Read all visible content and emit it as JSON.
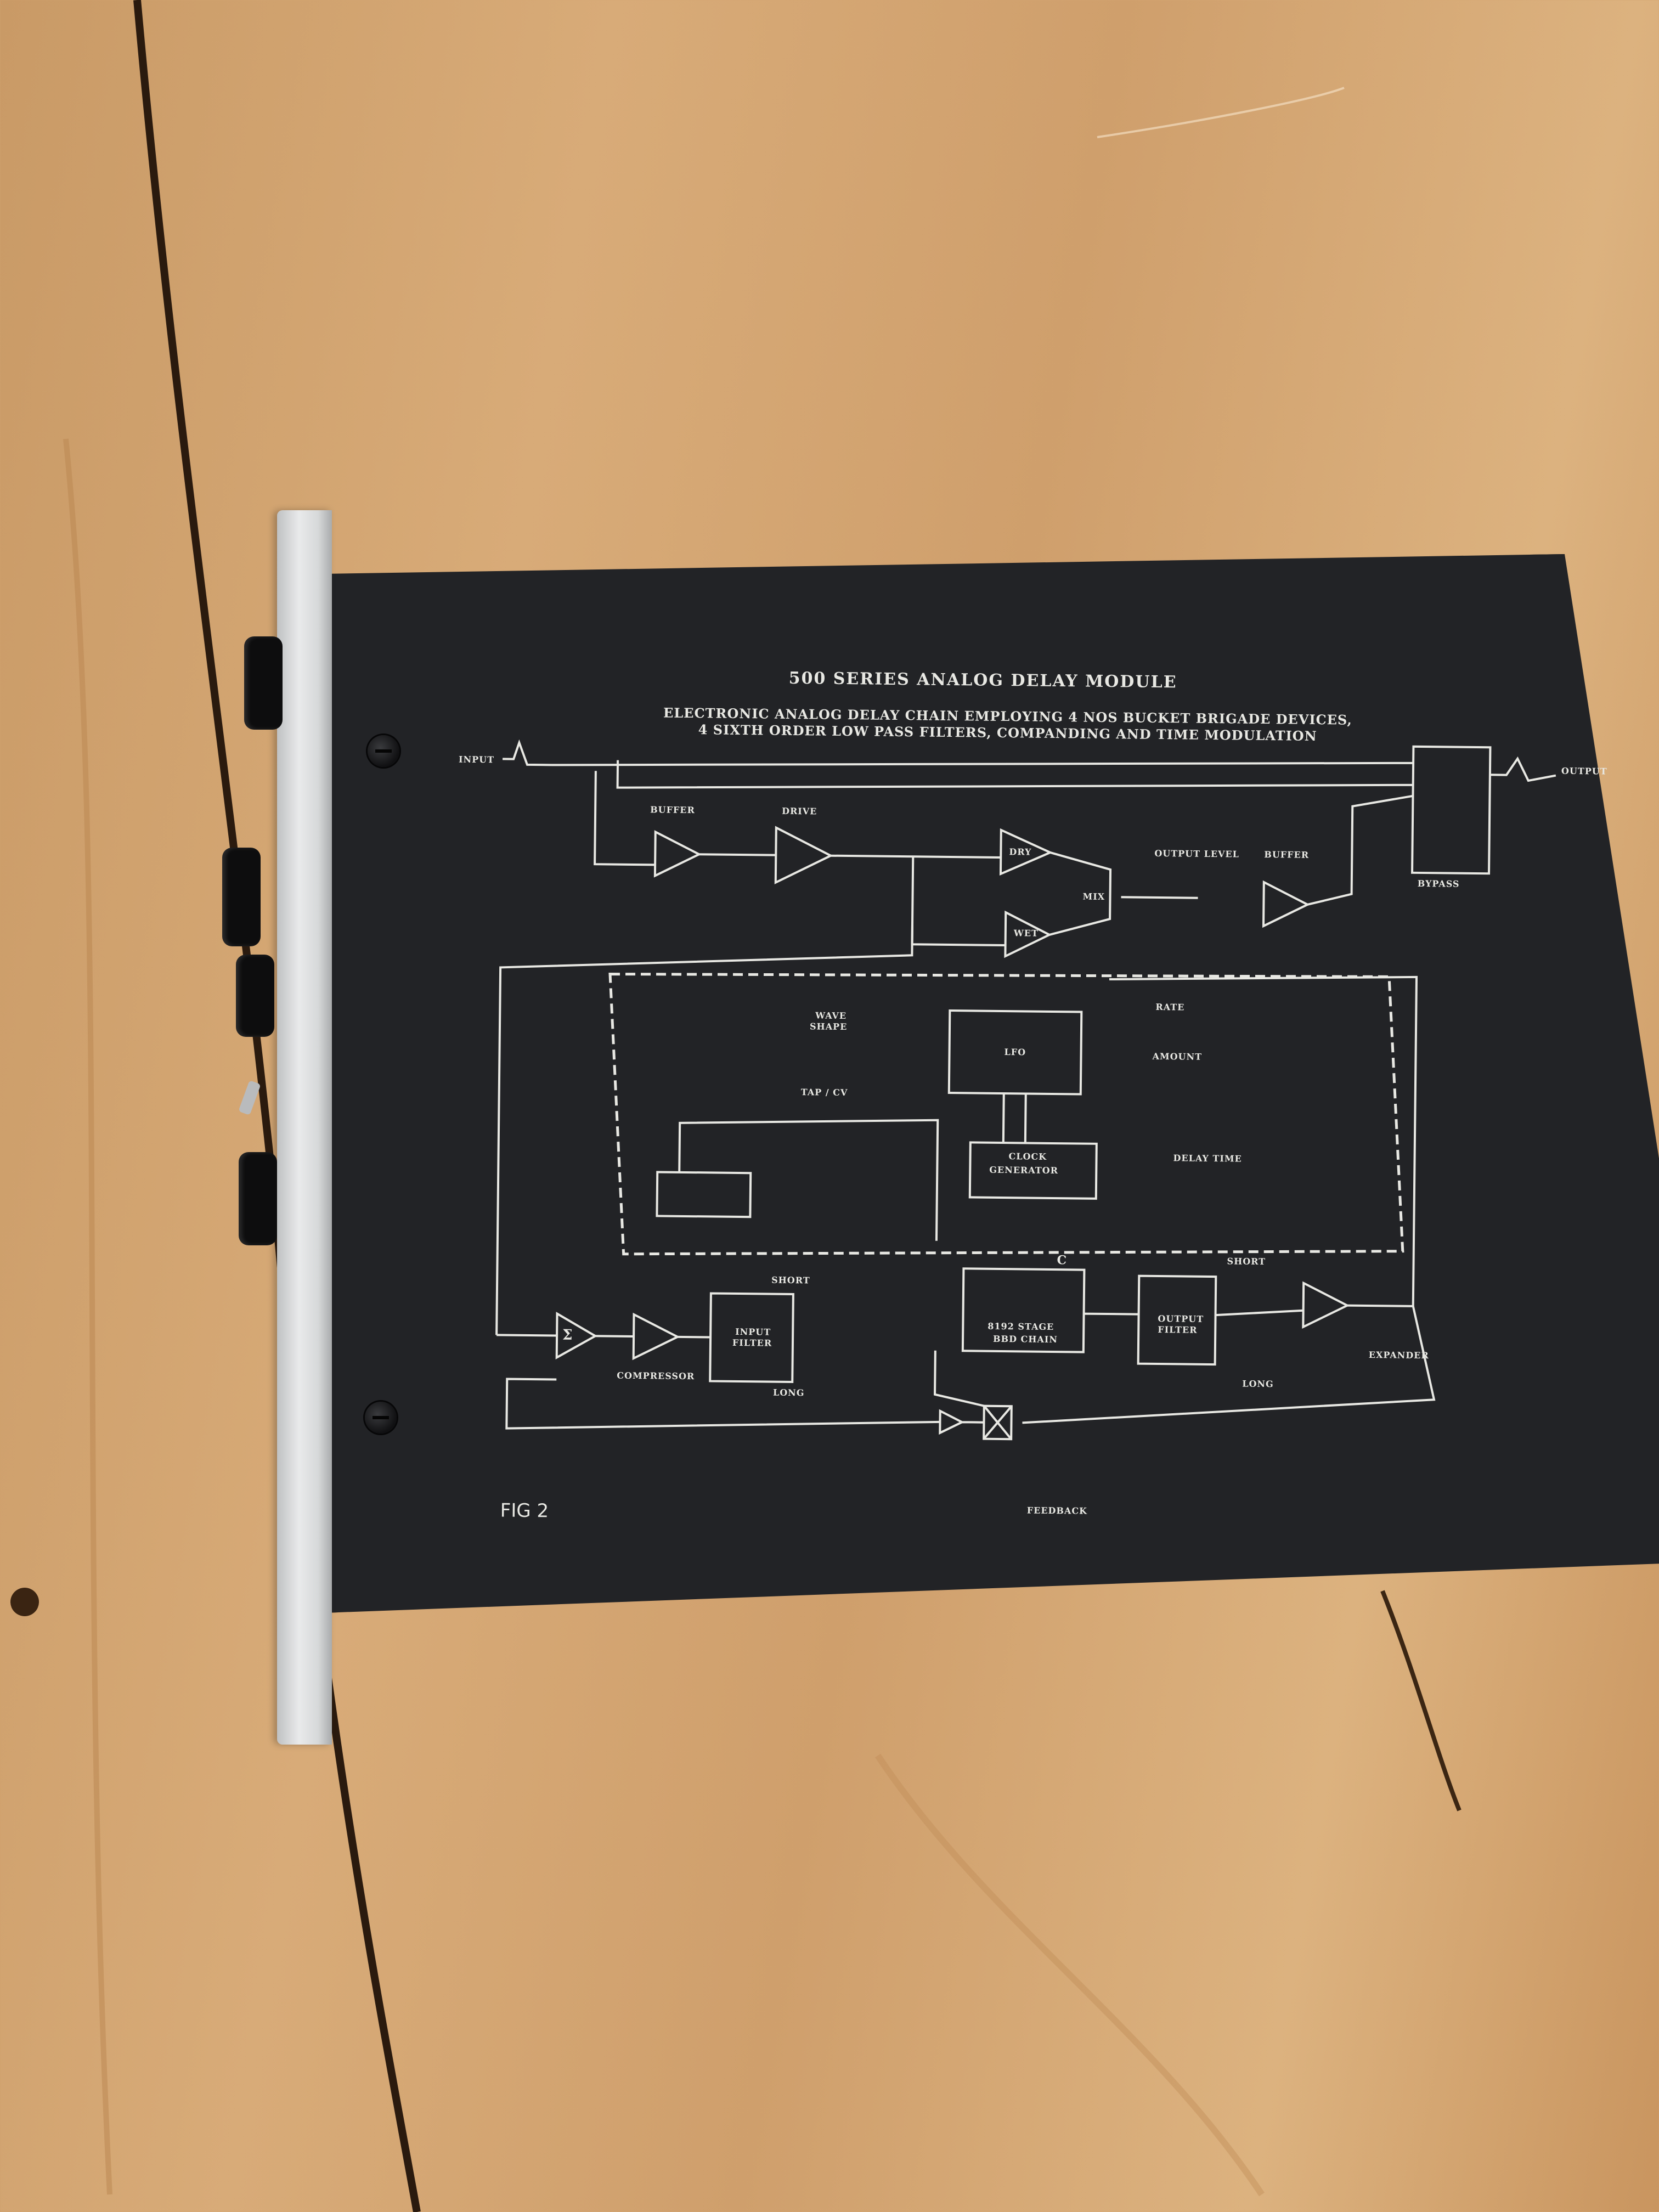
{
  "module": {
    "title": "500 SERIES ANALOG DELAY MODULE",
    "subtitle_line1": "ELECTRONIC ANALOG DELAY CHAIN EMPLOYING 4 NOS BUCKET BRIGADE DEVICES,",
    "subtitle_line2": "4 SIXTH ORDER LOW PASS FILTERS, COMPANDING AND TIME MODULATION",
    "figure": "FIG 2"
  },
  "schematic_labels": {
    "input": "INPUT",
    "output": "OUTPUT",
    "buffer_in": "BUFFER",
    "drive": "DRIVE",
    "dry": "DRY",
    "wet": "WET",
    "mix": "MIX",
    "output_level": "OUTPUT LEVEL",
    "buffer_out": "BUFFER",
    "bypass": "BYPASS",
    "wave_shape_1": "WAVE",
    "wave_shape_2": "SHAPE",
    "lfo": "LFO",
    "rate": "RATE",
    "amount": "AMOUNT",
    "tap_cv": "TAP / CV",
    "clock_generator_1": "CLOCK",
    "clock_generator_2": "GENERATOR",
    "delay_time": "DELAY TIME",
    "sum": "Σ",
    "compressor": "COMPRESSOR",
    "input_filter_1": "INPUT",
    "input_filter_2": "FILTER",
    "short_in": "SHORT",
    "long_in": "LONG",
    "bbd_chain_1": "8192 STAGE",
    "bbd_chain_2": "BBD CHAIN",
    "output_filter_1": "OUTPUT",
    "output_filter_2": "FILTER",
    "short_out": "SHORT",
    "long_out": "LONG",
    "expander": "EXPANDER",
    "feedback": "FEEDBACK",
    "c_label": "C"
  }
}
